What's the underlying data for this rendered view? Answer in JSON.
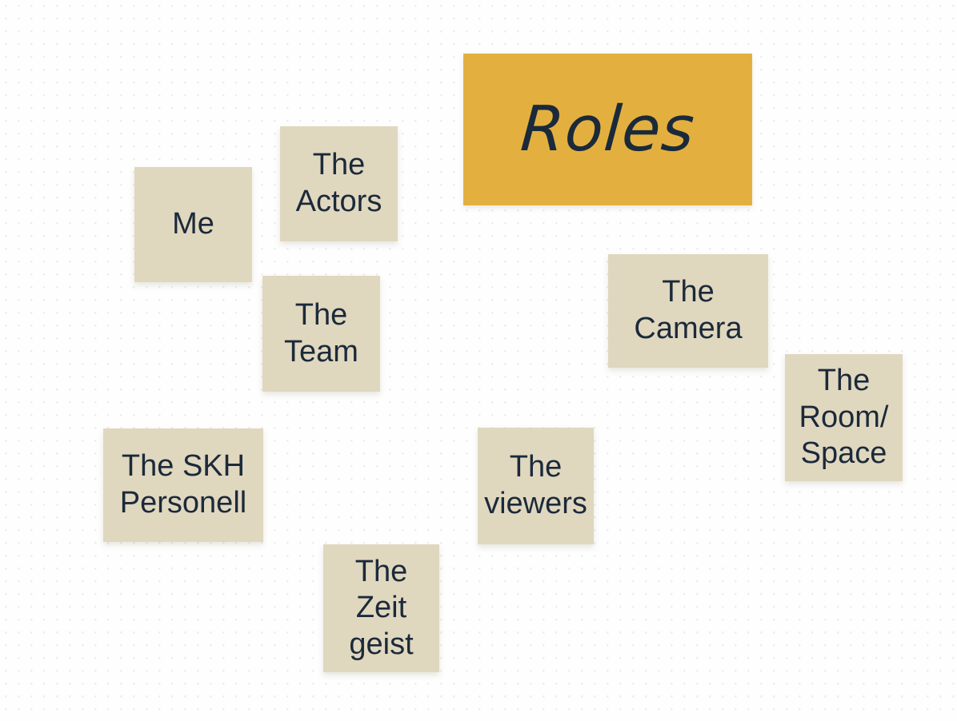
{
  "canvas": {
    "background_color": "#fefefe",
    "dot_color": "#ebedf3"
  },
  "title_card": {
    "label": "Roles",
    "background_color": "#e3b03f",
    "text_color": "#1b2a3a"
  },
  "notes_style": {
    "background_color": "#e0d7bf",
    "text_color": "#1b2a3a"
  },
  "notes": [
    {
      "id": "me",
      "label": "Me"
    },
    {
      "id": "actors",
      "label": "The\nActors"
    },
    {
      "id": "team",
      "label": "The\nTeam"
    },
    {
      "id": "camera",
      "label": "The\nCamera"
    },
    {
      "id": "room",
      "label": "The\nRoom/\nSpace"
    },
    {
      "id": "skh",
      "label": "The SKH\nPersonell"
    },
    {
      "id": "viewers",
      "label": "The\nviewers"
    },
    {
      "id": "zeitgeist",
      "label": "The\nZeit\ngeist"
    }
  ]
}
